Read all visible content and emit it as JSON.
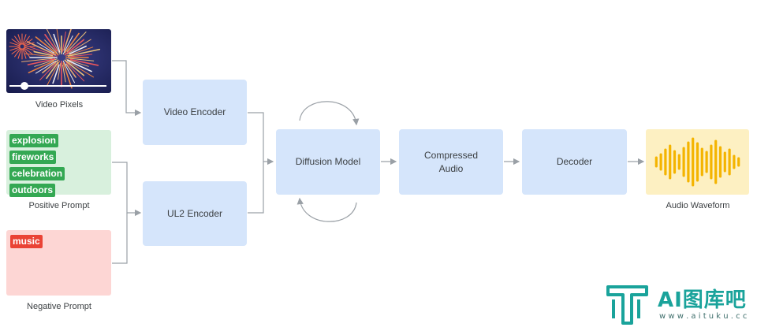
{
  "inputs": {
    "video": {
      "caption": "Video Pixels"
    },
    "positive": {
      "caption": "Positive Prompt",
      "tags": [
        "explosion",
        "fireworks",
        "celebration",
        "outdoors"
      ],
      "color": "#34a853",
      "bg": "#d8f0dd"
    },
    "negative": {
      "caption": "Negative Prompt",
      "tags": [
        "music"
      ],
      "color": "#ea4335",
      "bg": "#fdd6d4"
    }
  },
  "nodes": {
    "video_encoder": "Video Encoder",
    "ul2_encoder": "UL2 Encoder",
    "diffusion_model": "Diffusion Model",
    "compressed_audio": "Compressed\nAudio",
    "decoder": "Decoder"
  },
  "output": {
    "caption": "Audio Waveform",
    "bg": "#fdf0c2",
    "bar_color": "#f4b400"
  },
  "watermark": {
    "title": "AI图库吧",
    "url": "w w w . a i t u k u . c c"
  },
  "colors": {
    "node": "#d5e5fb",
    "wire": "#9aa0a6"
  }
}
